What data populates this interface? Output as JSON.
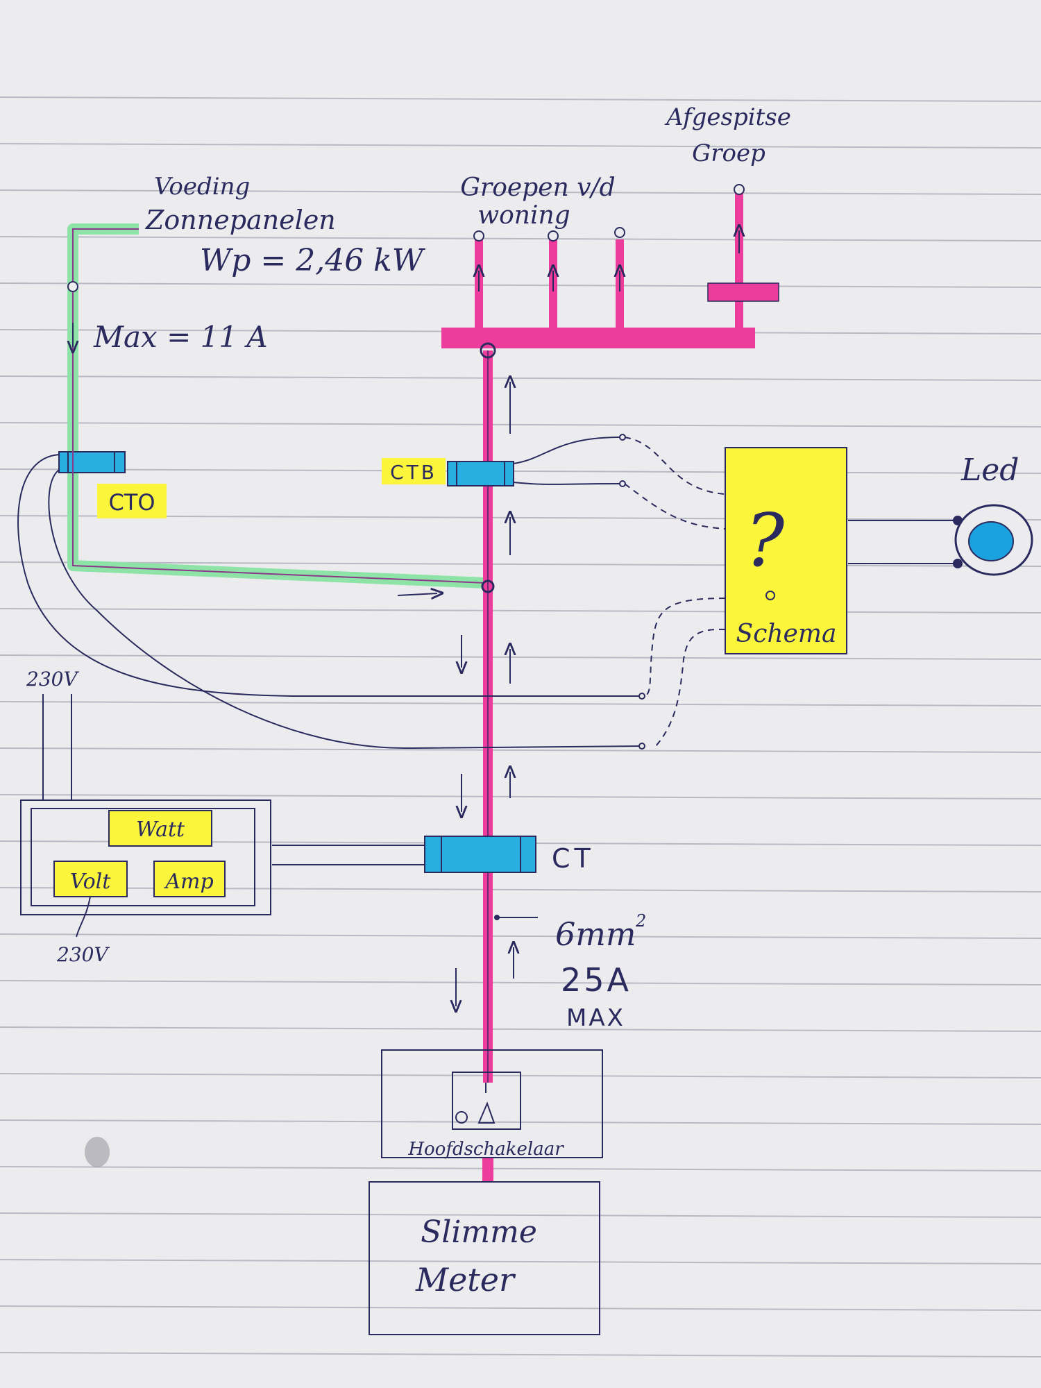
{
  "colors": {
    "paper": "#ececef",
    "rule_line": "#b9b9c3",
    "ink": "#2a2a5e",
    "main_line": "#ec3c9c",
    "solar_line": "#8ee3a7",
    "highlighter": "#fbf63c",
    "ct_fill": "#29aee0",
    "led_fill": "#1aa2de"
  },
  "labels": {
    "afgespitse_line1": "Afgespitse",
    "afgespitse_line2": "Groep",
    "groepen_line1": "Groepen v/d",
    "groepen_line2": "woning",
    "voeding_line1": "Voeding",
    "voeding_line2": "Zonnepanelen",
    "wp": "Wp = 2,46 kW",
    "max_solar": "Max = 11 A",
    "cto": "CTO",
    "ctb": "CTB",
    "ct": "CT",
    "led": "Led",
    "question": "?",
    "schema": "Schema",
    "v230_top": "230V",
    "v230_bottom": "230V",
    "watt": "Watt",
    "volt": "Volt",
    "amp": "Amp",
    "cable_size": "6mm",
    "cable_size_sup": "2",
    "max_current": "25A",
    "max_word": "MAX",
    "hoofdschakelaar": "Hoofdschakelaar",
    "meter_line1": "Slimme",
    "meter_line2": "Meter"
  }
}
